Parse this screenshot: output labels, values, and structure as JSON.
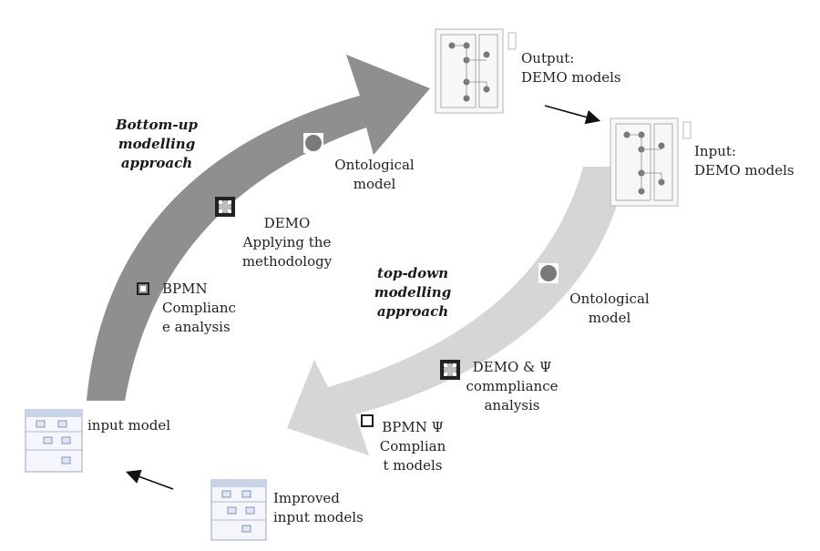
{
  "labels": {
    "bottom_up_approach": "Bottom-up\nmodelling\napproach",
    "top_down_approach": "top-down\nmodelling\napproach",
    "output_demo": "Output:\nDEMO models",
    "input_demo": "Input:\nDEMO models",
    "ontological_model_left": "Ontological\nmodel",
    "ontological_model_right": "Ontological\nmodel",
    "demo_applying": "DEMO\nApplying the\nmethodology",
    "bpmn_compliance": "BPMN\nComplianc\ne analysis",
    "demo_psi_compliance": "DEMO  & Ψ\ncommpliance\nanalysis",
    "bpmn_psi_models": "BPMN  Ψ\nComplian\nt models",
    "input_model": "input model",
    "improved_input_models": "Improved\ninput models"
  },
  "icons": {
    "ontological_left": "ontological-model-icon",
    "ontological_right": "ontological-model-icon",
    "demo_left": "demo-icon",
    "demo_right": "demo-icon",
    "bpmn_left": "bpmn-icon",
    "bpmn_right": "bpmn-icon"
  },
  "colors": {
    "bottom_up_arrow": "#8f8f8f",
    "top_down_arrow": "#d6d6d6",
    "connector_arrow": "#111111"
  }
}
